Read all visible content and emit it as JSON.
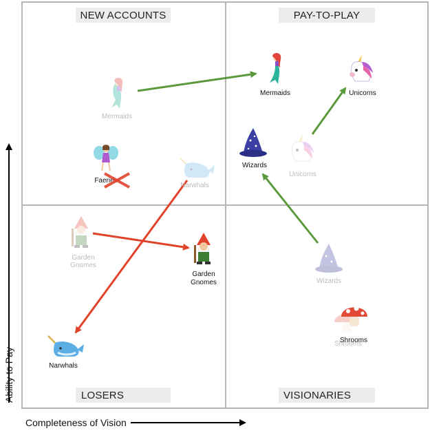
{
  "quadrants": {
    "top_left": "NEW ACCOUNTS",
    "top_right": "PAY-TO-PLAY",
    "bottom_left": "LOSERS",
    "bottom_right": "VISIONARIES"
  },
  "axes": {
    "x_label": "Completeness of Vision",
    "y_label": "Ability to Pay"
  },
  "items": {
    "mermaids_old": "Mermaids",
    "mermaids_new": "Mermaids",
    "unicorns_old": "Unicorns",
    "unicorns_new": "Unicorns",
    "wizards_old": "Wizards",
    "wizards_new": "Wizards",
    "faeries": "Faeries",
    "narwhals_old": "Narwhals",
    "narwhals_new": "Narwhals",
    "gnomes_old_1": "Garden",
    "gnomes_old_2": "Gnomes",
    "gnomes_new_1": "Garden",
    "gnomes_new_2": "Gnomes",
    "shrooms_old": "Shrooms",
    "shrooms_new": "Shrooms"
  },
  "icons": {
    "mermaid": "mermaid-icon",
    "unicorn": "unicorn-icon",
    "wizard": "wizard-hat-icon",
    "faerie": "fairy-icon",
    "narwhal": "narwhal-icon",
    "gnome": "garden-gnome-icon",
    "shroom": "mushroom-icon",
    "cross": "red-x-icon"
  },
  "colors": {
    "up_arrow": "#5a9a3c",
    "down_arrow": "#e0432a",
    "grid": "#b5b5b5",
    "label_bg": "#ececec"
  }
}
